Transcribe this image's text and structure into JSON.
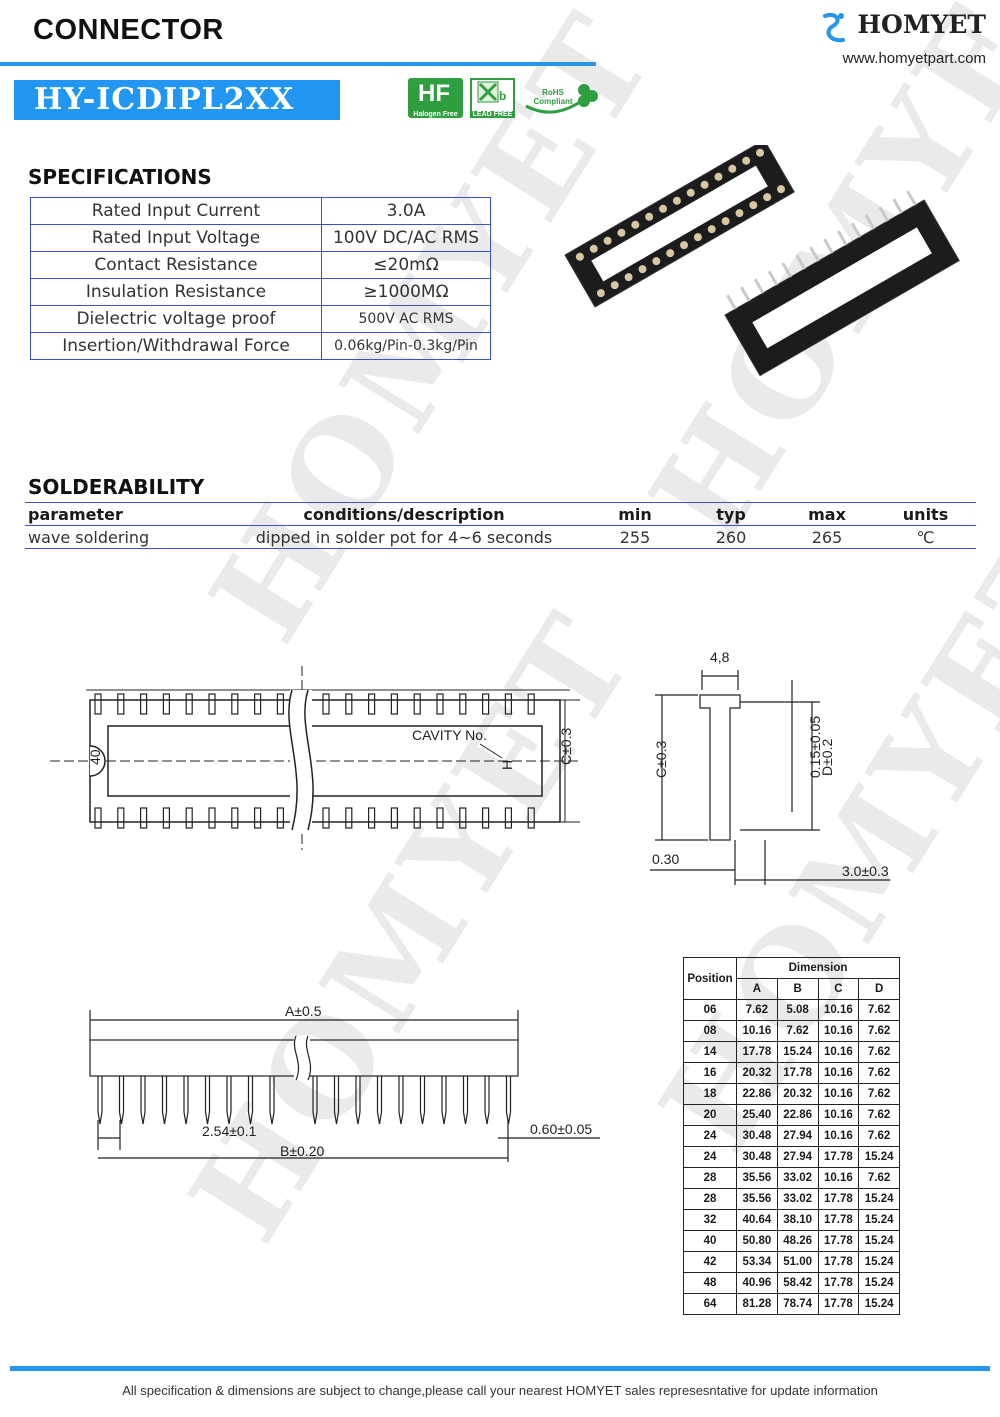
{
  "header": {
    "title": "CONNECTOR",
    "model": "HY-ICDIPL2XX",
    "brand_name": "HOMYET",
    "brand_url": "www.homyetpart.com",
    "certifications": [
      "Halogen Free",
      "LEAD FREE",
      "RoHS Compliant"
    ]
  },
  "watermark": "HOMYET",
  "specifications": {
    "heading": "SPECIFICATIONS",
    "rows": [
      {
        "label": "Rated Input Current",
        "value": "3.0A"
      },
      {
        "label": "Rated Input Voltage",
        "value": "100V  DC/AC RMS"
      },
      {
        "label": "Contact Resistance",
        "value": "≤20mΩ"
      },
      {
        "label": "Insulation Resistance",
        "value": "≥1000MΩ"
      },
      {
        "label": "Dielectric voltage proof",
        "value": "500V  AC RMS"
      },
      {
        "label": "Insertion/Withdrawal Force",
        "value": "0.06kg/Pin-0.3kg/Pin"
      }
    ]
  },
  "solderability": {
    "heading": "SOLDERABILITY",
    "columns": [
      "parameter",
      "conditions/description",
      "min",
      "typ",
      "max",
      "units"
    ],
    "row": [
      "wave soldering",
      "dipped in solder pot for 4~6 seconds",
      "255",
      "260",
      "265",
      "℃"
    ]
  },
  "drawing": {
    "top_view": {
      "pin_label": "40",
      "cavity_label": "CAVITY  No.",
      "cavity_mark": "H",
      "dim_c": "C±0.3"
    },
    "side_view": {
      "dim_width": "4,8",
      "dim_c": "C±0.3",
      "dim_d": "D±0.2",
      "dim_pin": "0.15±0.05",
      "dim_offset": "0.30",
      "dim_tail": "3.0±0.3"
    },
    "front_view": {
      "dim_a": "A±0.5",
      "dim_pitch": "2.54±0.1",
      "dim_b": "B±0.20",
      "dim_pin_w": "0.60±0.05"
    }
  },
  "dimension_table": {
    "position_header": "Position",
    "dimension_header": "Dimension",
    "columns": [
      "A",
      "B",
      "C",
      "D"
    ],
    "rows": [
      [
        "06",
        "7.62",
        "5.08",
        "10.16",
        "7.62"
      ],
      [
        "08",
        "10.16",
        "7.62",
        "10.16",
        "7.62"
      ],
      [
        "14",
        "17.78",
        "15.24",
        "10.16",
        "7.62"
      ],
      [
        "16",
        "20.32",
        "17.78",
        "10.16",
        "7.62"
      ],
      [
        "18",
        "22.86",
        "20.32",
        "10.16",
        "7.62"
      ],
      [
        "20",
        "25.40",
        "22.86",
        "10.16",
        "7.62"
      ],
      [
        "24",
        "30.48",
        "27.94",
        "10.16",
        "7.62"
      ],
      [
        "24",
        "30.48",
        "27.94",
        "17.78",
        "15.24"
      ],
      [
        "28",
        "35.56",
        "33.02",
        "10.16",
        "7.62"
      ],
      [
        "28",
        "35.56",
        "33.02",
        "17.78",
        "15.24"
      ],
      [
        "32",
        "40.64",
        "38.10",
        "17.78",
        "15.24"
      ],
      [
        "40",
        "50.80",
        "48.26",
        "17.78",
        "15.24"
      ],
      [
        "42",
        "53.34",
        "51.00",
        "17.78",
        "15.24"
      ],
      [
        "48",
        "40.96",
        "58.42",
        "17.78",
        "15.24"
      ],
      [
        "64",
        "81.28",
        "78.74",
        "17.78",
        "15.24"
      ]
    ]
  },
  "footer": "All specification & dimensions are subject to change,please call your nearest HOMYET sales represesntative for update information",
  "colors": {
    "accent": "#2196f3",
    "table_border": "#3c52c8",
    "watermark": "#d9d9d9"
  }
}
